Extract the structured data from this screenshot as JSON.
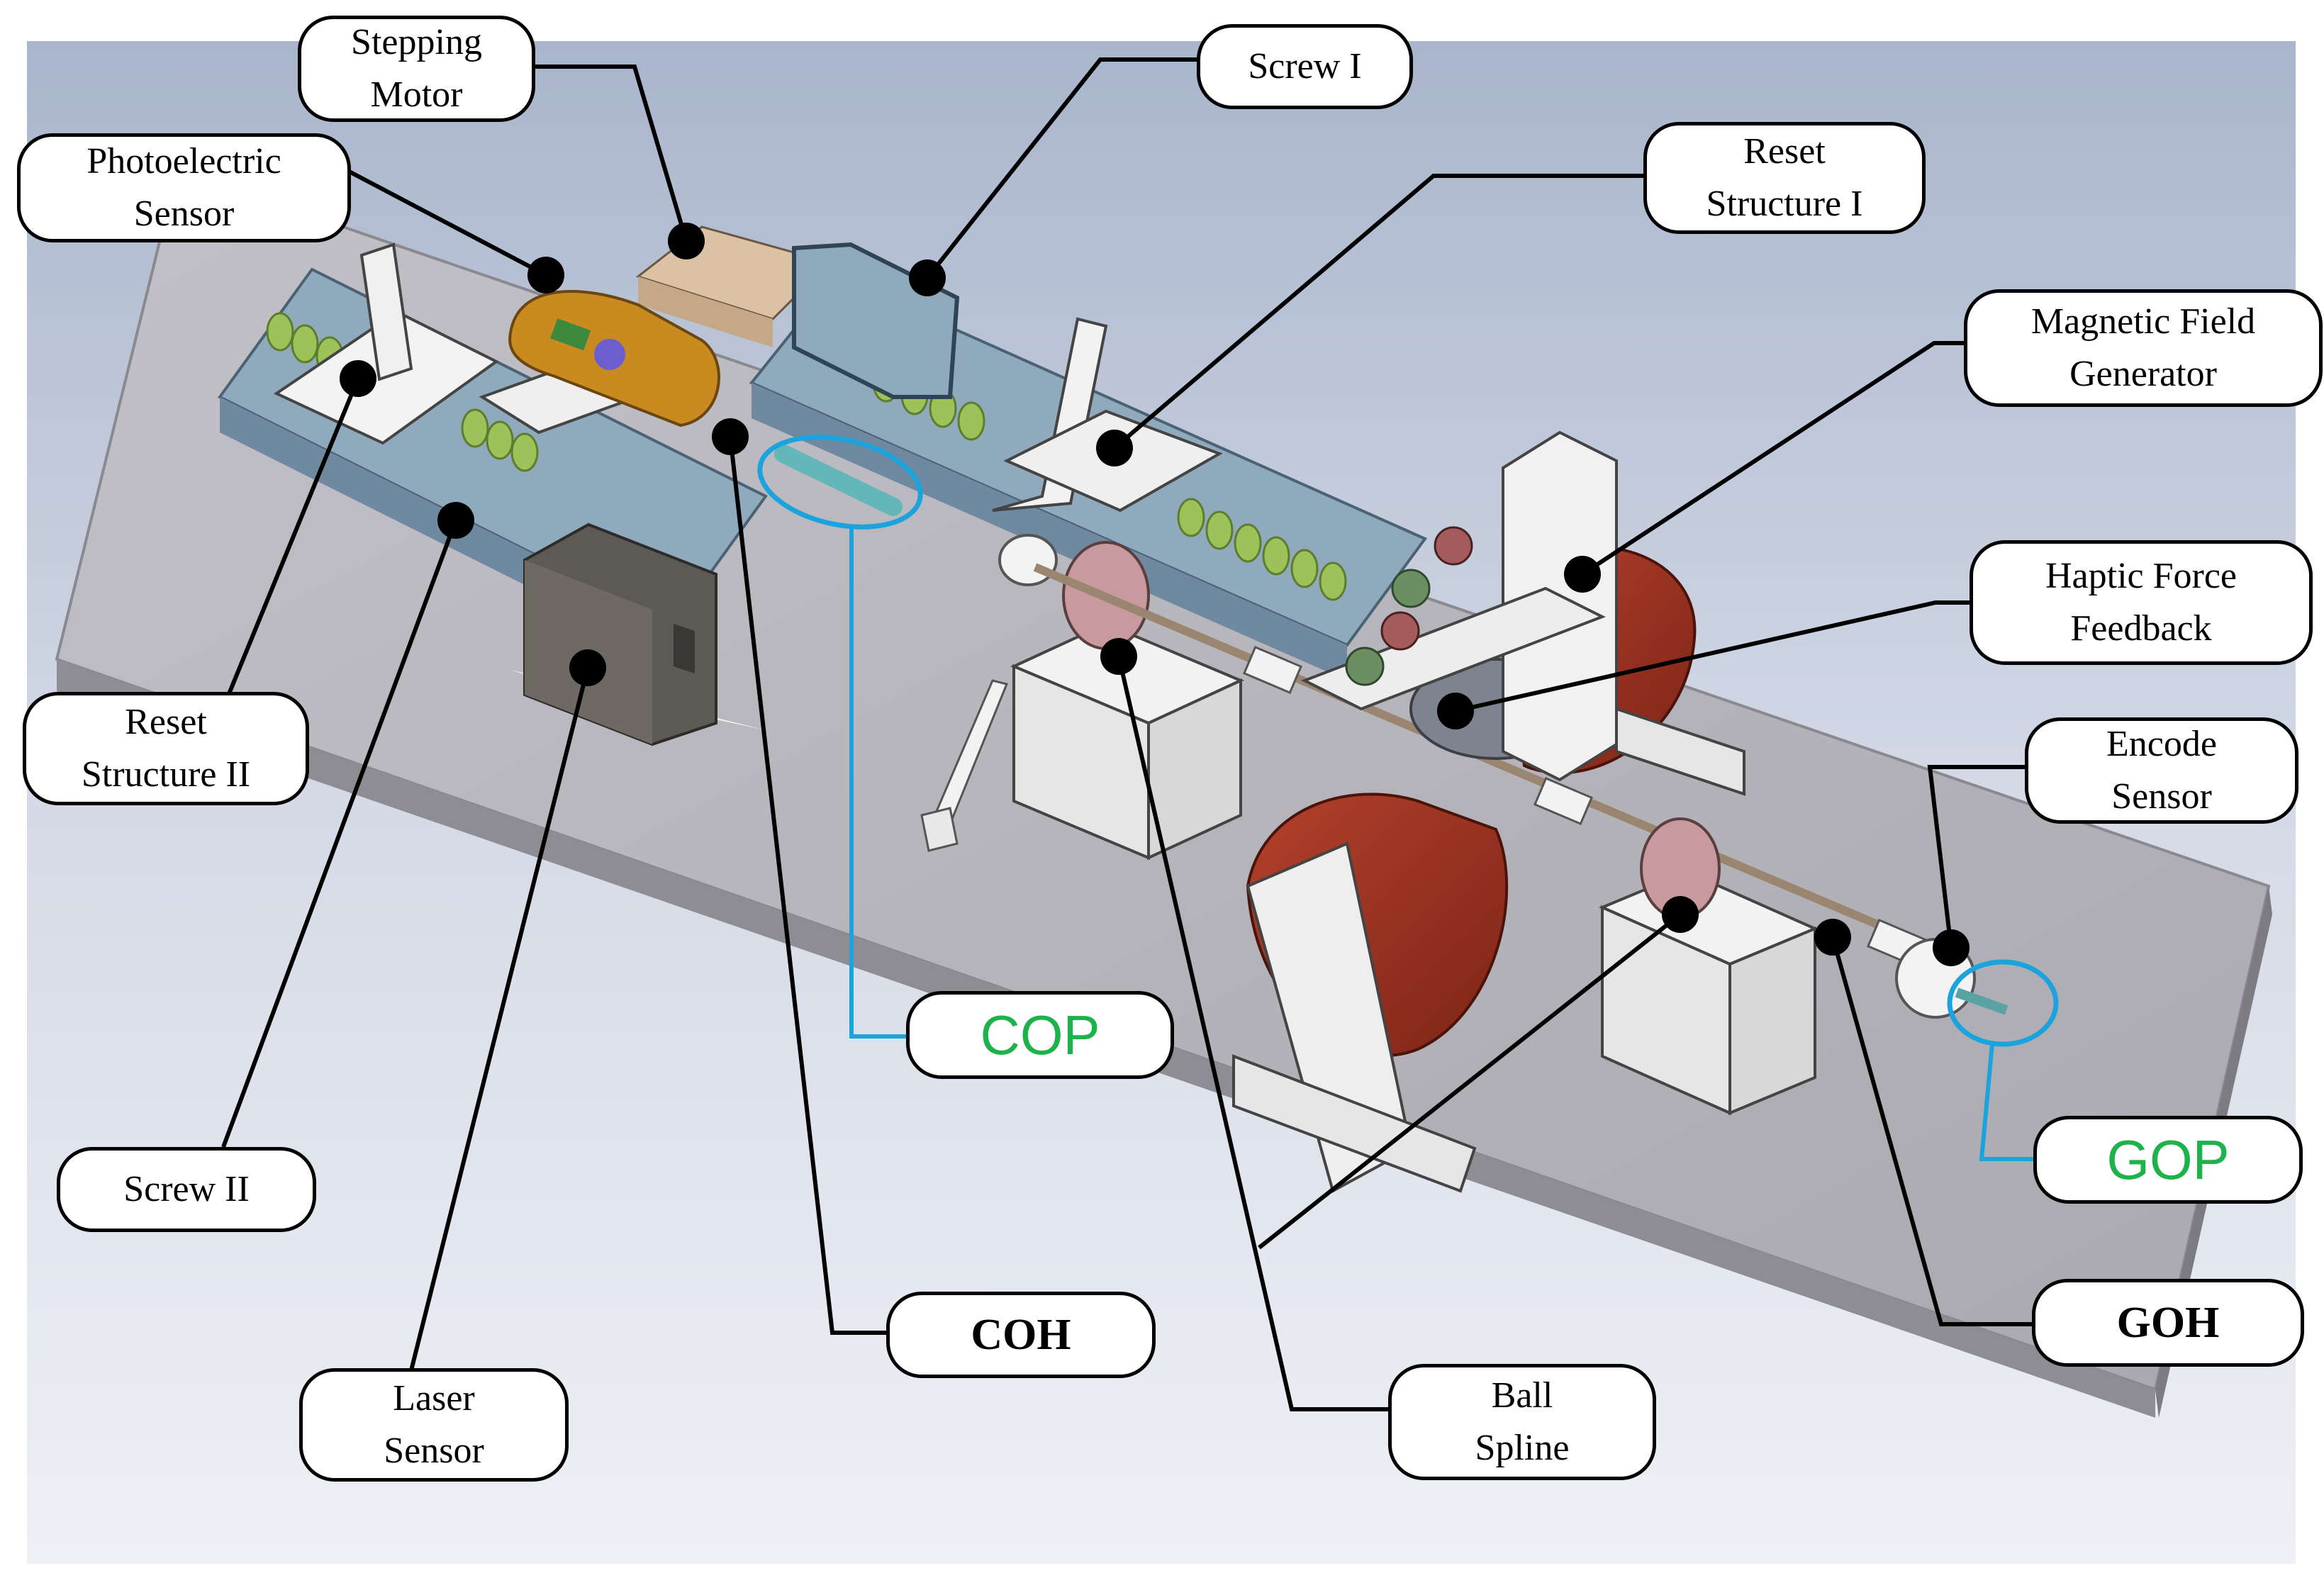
{
  "labels": {
    "stepping_motor": [
      "Stepping",
      "Motor"
    ],
    "screw_1": [
      "Screw I"
    ],
    "photoelectric_sensor": [
      "Photoelectric",
      "Sensor"
    ],
    "reset_structure_1": [
      "Reset",
      "Structure I"
    ],
    "magnetic_field_generator": [
      "Magnetic Field",
      "Generator"
    ],
    "haptic_force_feedback": [
      "Haptic Force",
      "Feedback"
    ],
    "reset_structure_2": [
      "Reset",
      "Structure II"
    ],
    "encode_sensor": [
      "Encode",
      "Sensor"
    ],
    "cop": "COP",
    "gop": "GOP",
    "screw_2": [
      "Screw II"
    ],
    "coh": "COH",
    "goh": "GOH",
    "laser_sensor": [
      "Laser",
      "Sensor"
    ],
    "ball_spline": [
      "Ball",
      "Spline"
    ]
  },
  "colors": {
    "background_top": "#aeb9cf",
    "background_mid": "#e4e8f0",
    "base_plate": "#b6b5bb",
    "rail": "#7d9bb3",
    "copper_coil": "#9e3322",
    "screw_thread": "#9dc25a",
    "highlight_ellipse": "#1aa3dd",
    "green_label": "#1db34a",
    "leader": "#000000"
  }
}
